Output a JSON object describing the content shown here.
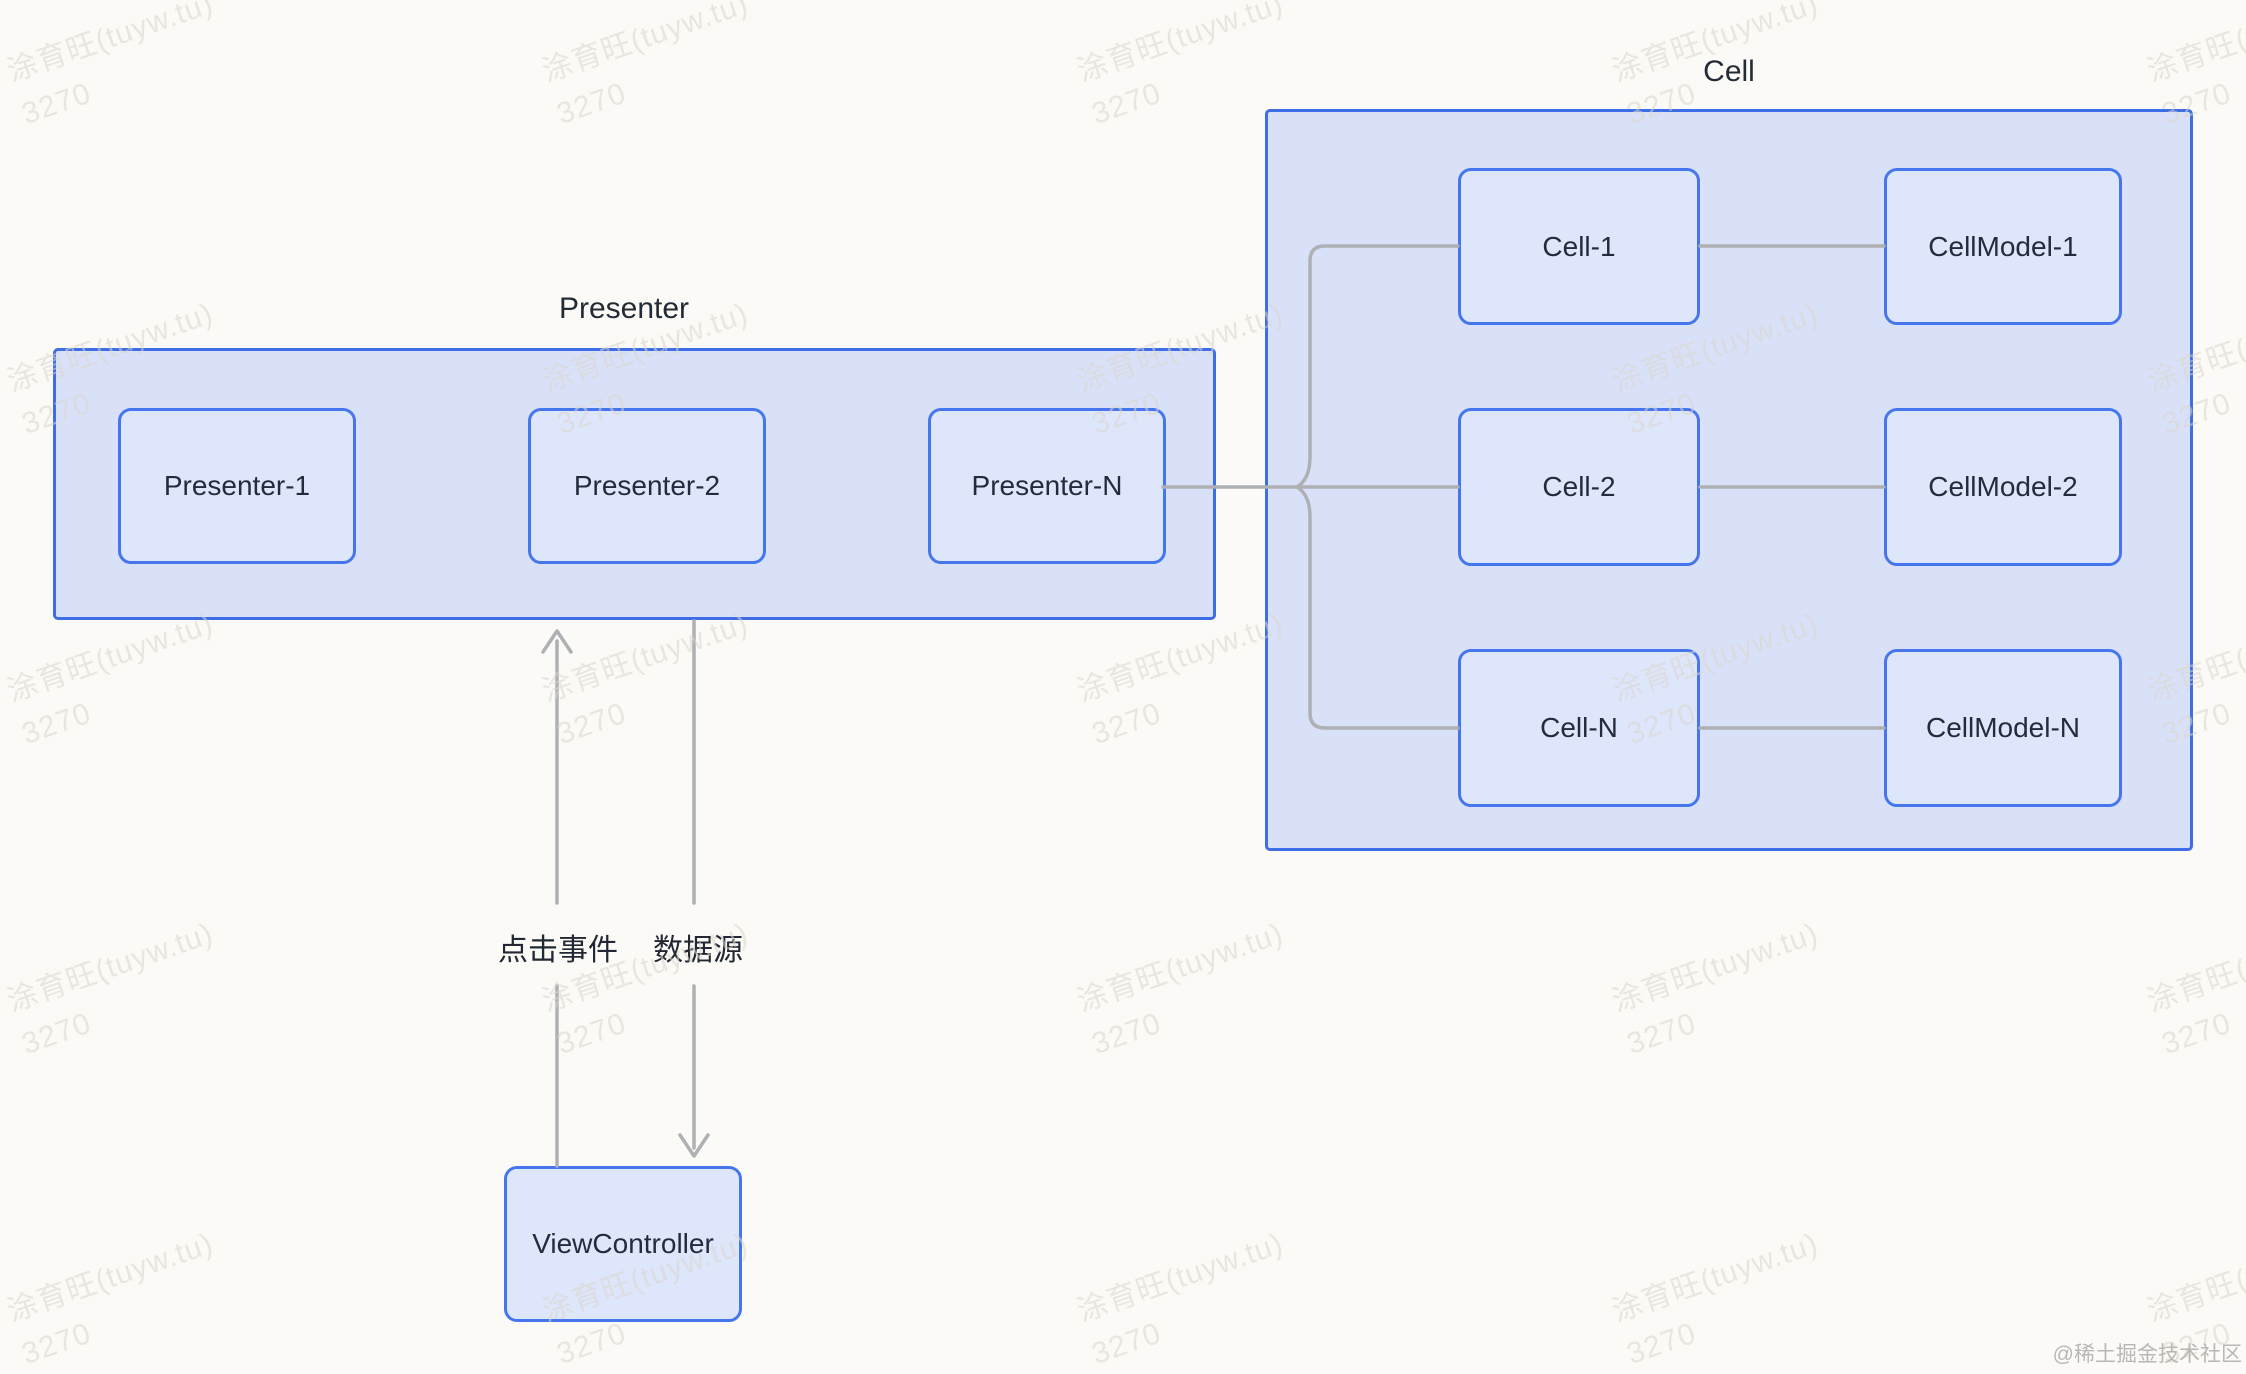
{
  "presenter": {
    "title": "Presenter",
    "items": [
      "Presenter-1",
      "Presenter-2",
      "Presenter-N"
    ]
  },
  "cell": {
    "title": "Cell",
    "rows": [
      [
        "Cell-1",
        "CellModel-1"
      ],
      [
        "Cell-2",
        "CellModel-2"
      ],
      [
        "Cell-N",
        "CellModel-N"
      ]
    ]
  },
  "view_controller": "ViewController",
  "edge_labels": {
    "click_event": "点击事件",
    "data_source": "数据源"
  },
  "watermark": {
    "line1": "涂育旺(tuyw.tu)",
    "line2": "3270"
  },
  "credit": "@稀土掘金技术社区",
  "colors": {
    "page_background": "#FBFAF7",
    "group_fill": "#D9E1F8",
    "group_border": "#3D6EE6",
    "node_fill": "#DEE6FB",
    "node_border": "#4676ED",
    "connector_gray": "#AEB0B3",
    "text": "#232C3A",
    "watermark": "#DBD7CD",
    "credit": "#B9B7B4"
  }
}
